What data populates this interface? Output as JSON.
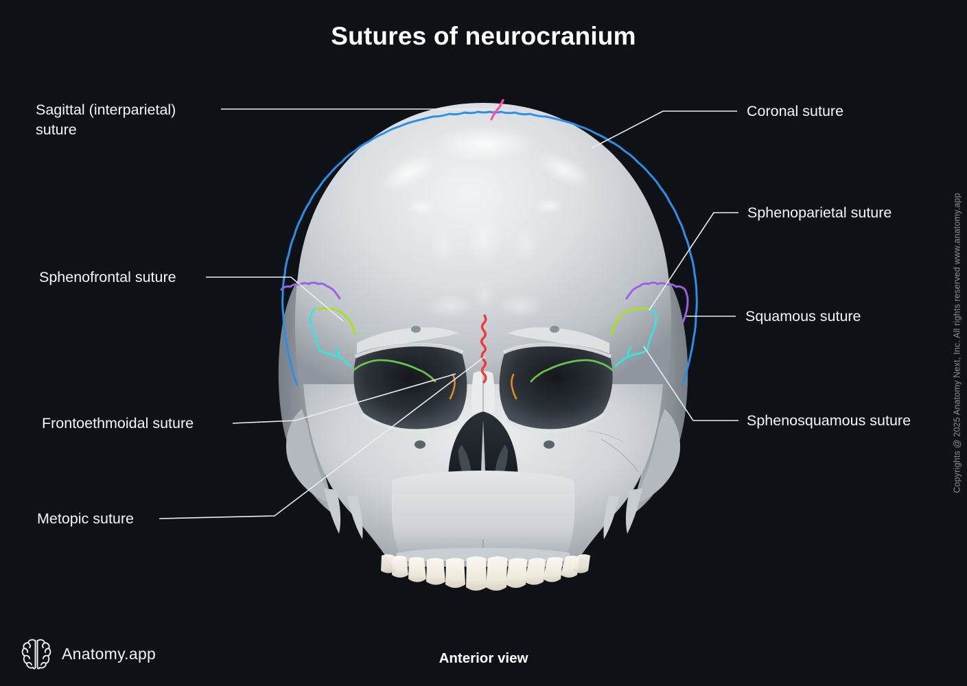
{
  "page": {
    "title": "Sutures of neurocranium",
    "view_caption": "Anterior view",
    "background_color": "#0e1217"
  },
  "brand": {
    "name": "Anatomy.app",
    "icon": "brain-icon"
  },
  "copyright": {
    "text": "Copyrights @ 2025 Anatomy Next, Inc. All rights reserved www.anatomy.app"
  },
  "labels": {
    "left": [
      {
        "id": "sagittal",
        "text": "Sagittal (interparietal)\nsuture",
        "color": "#ff4fa3"
      },
      {
        "id": "sphenofrontal",
        "text": "Sphenofrontal suture",
        "color": "#3de0e0"
      },
      {
        "id": "frontoethmoidal",
        "text": "Frontoethmoidal suture",
        "color": "#e08a2a"
      },
      {
        "id": "metopic",
        "text": "Metopic suture",
        "color": "#f03a3a"
      }
    ],
    "right": [
      {
        "id": "coronal",
        "text": "Coronal suture",
        "color": "#2b8fe8"
      },
      {
        "id": "sphenoparietal",
        "text": "Sphenoparietal suture",
        "color": "#a8e020"
      },
      {
        "id": "squamous",
        "text": "Squamous suture",
        "color": "#9b5fe8"
      },
      {
        "id": "sphenosquamous",
        "text": "Sphenosquamous suture",
        "color": "#3de0e0"
      }
    ]
  },
  "suture_colors": {
    "coronal": "#2b8fe8",
    "sagittal": "#ff4fa3",
    "metopic": "#f03a3a",
    "squamous": "#9b5fe8",
    "sphenoparietal": "#a8e020",
    "sphenofrontal": "#3de0e0",
    "sphenosquamous": "#3de0e0",
    "frontoethmoidal_orbit": "#6bc44a",
    "frontoethmoidal_medial": "#e08a2a"
  },
  "specimen": {
    "name": "human-skull-anterior",
    "bone_light": "#e6e8ea",
    "bone_mid": "#c2c6ca",
    "bone_shadow": "#8d9298",
    "cavity_dark": "#20252b",
    "teeth": "#f3efe6"
  }
}
